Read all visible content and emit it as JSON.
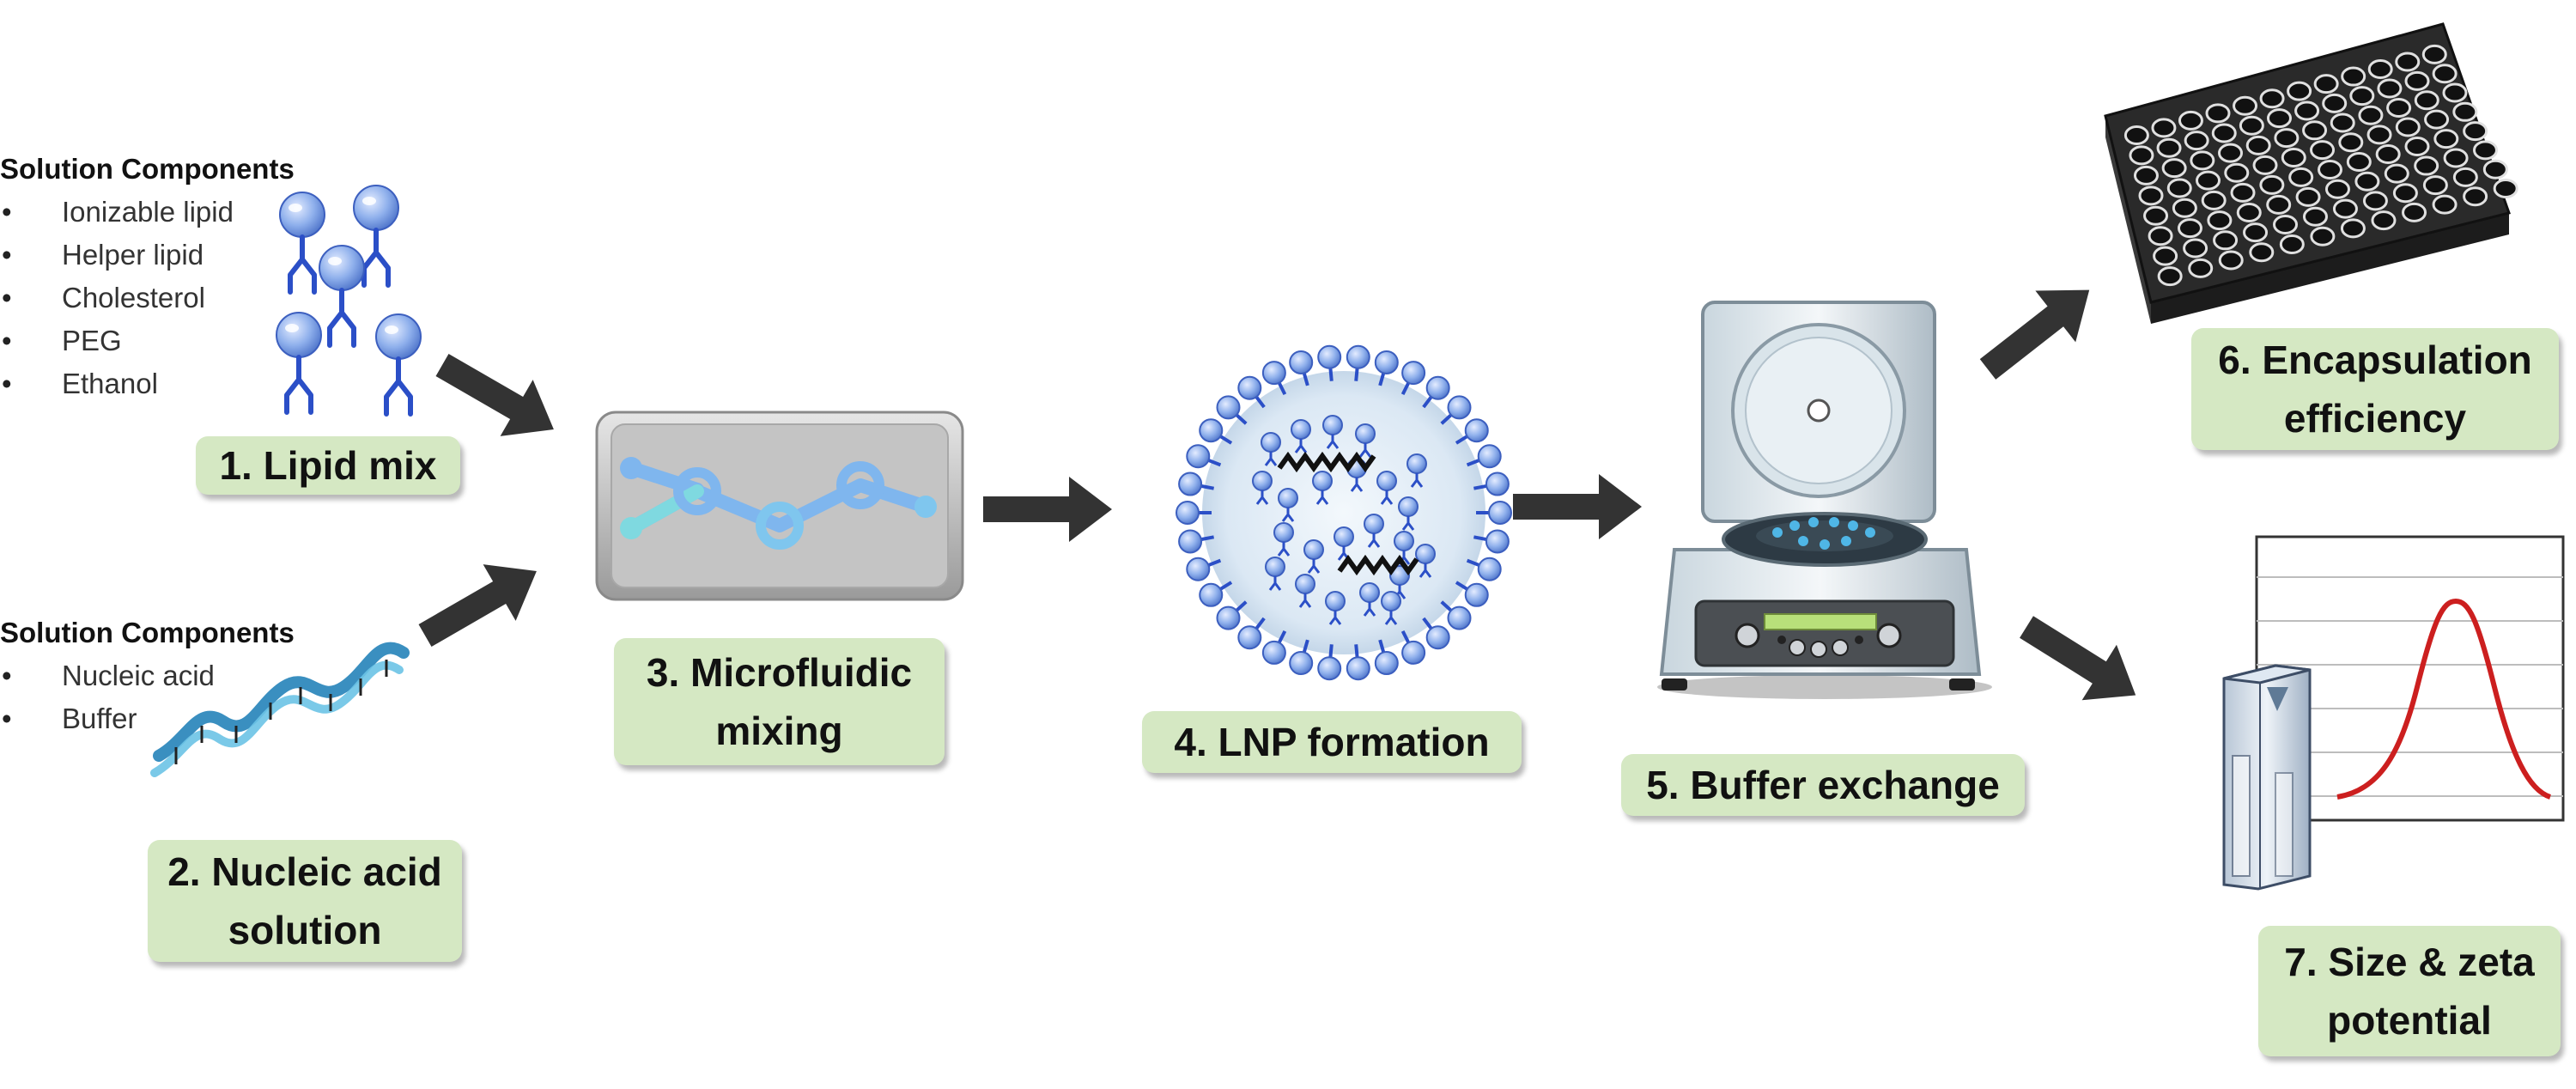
{
  "lipid_components": {
    "title": "Solution Components",
    "items": [
      "Ionizable lipid",
      "Helper lipid",
      "Cholesterol",
      "PEG",
      "Ethanol"
    ]
  },
  "nucleic_components": {
    "title": "Solution Components",
    "items": [
      "Nucleic acid",
      "Buffer"
    ]
  },
  "steps": {
    "s1": {
      "line1": "1. Lipid mix"
    },
    "s2": {
      "line1": "2. Nucleic acid",
      "line2": "solution"
    },
    "s3": {
      "line1": "3. Microfluidic",
      "line2": "mixing"
    },
    "s4": {
      "line1": "4. LNP formation"
    },
    "s5": {
      "line1": "5. Buffer exchange"
    },
    "s6": {
      "line1": "6. Encapsulation",
      "line2": "efficiency"
    },
    "s7": {
      "line1": "7. Size & zeta",
      "line2": "potential"
    }
  },
  "colors": {
    "label_fill": "#d5e8c3",
    "arrow": "#333333",
    "lipid_blue": "#8fb0ec",
    "lipid_tail": "#2b4fc7",
    "helix_blue": "#6cc3e6",
    "peak_red": "#cc1f1f"
  },
  "icons": [
    "lipid-molecule-icon",
    "dna-helix-icon",
    "microfluidic-chip-icon",
    "lnp-particle-icon",
    "centrifuge-icon",
    "well-plate-icon",
    "cuvette-icon",
    "size-distribution-plot-icon"
  ]
}
